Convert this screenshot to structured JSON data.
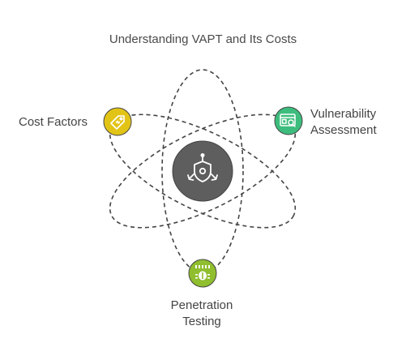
{
  "title": "Understanding VAPT and Its Costs",
  "center": {
    "icon": "shield-network-icon",
    "color": "#5e5e5e"
  },
  "nodes": [
    {
      "id": "cost-factors",
      "label_lines": [
        "Cost Factors"
      ],
      "icon": "price-tag-icon",
      "color": "#e2c417"
    },
    {
      "id": "vulnerability-assessment",
      "label_lines": [
        "Vulnerability",
        "Assessment"
      ],
      "icon": "dashboard-scan-icon",
      "color": "#3dbd7d"
    },
    {
      "id": "penetration-testing",
      "label_lines": [
        "Penetration",
        "Testing"
      ],
      "icon": "binary-bug-icon",
      "color": "#8fbe2e"
    }
  ],
  "orbit_color": "#444444"
}
